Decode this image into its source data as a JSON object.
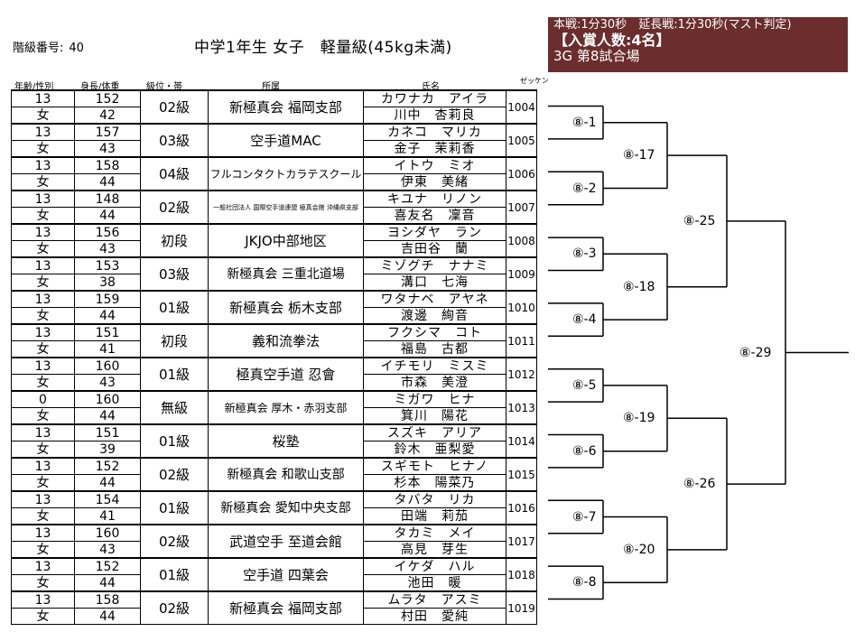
{
  "header": {
    "class_no_label": "階級番号:",
    "class_no": "40",
    "title": "中学1年生 女子　軽量級(45kg未満)",
    "rules": "本戦:1分30秒　延長戦:1分30秒(マスト判定)",
    "award": "【入賞人数:4名】",
    "court": "3G 第8試合場"
  },
  "columns": {
    "age_sex": "年齢/性別",
    "height_weight": "身長/体重",
    "rank": "級位・帯",
    "club": "所属",
    "name": "氏名",
    "zekken": "ゼッケン"
  },
  "entries": [
    {
      "age": "13",
      "sex": "女",
      "height": "152",
      "weight": "42",
      "rank": "02級",
      "club": "新極真会 福岡支部",
      "kana": "カワナカ　アイラ",
      "kanji": "川中　杏莉良",
      "zekken": "1004"
    },
    {
      "age": "13",
      "sex": "女",
      "height": "157",
      "weight": "43",
      "rank": "03級",
      "club": "空手道MAC",
      "kana": "カネコ　マリカ",
      "kanji": "金子　茉莉香",
      "zekken": "1005"
    },
    {
      "age": "13",
      "sex": "女",
      "height": "158",
      "weight": "44",
      "rank": "04級",
      "club": "フルコンタクトカラテスクール",
      "kana": "イトウ　ミオ",
      "kanji": "伊東　美緒",
      "zekken": "1006"
    },
    {
      "age": "13",
      "sex": "女",
      "height": "148",
      "weight": "44",
      "rank": "02級",
      "club": "一般社団法人 国際空手道連盟 極真会館 沖縄県支部",
      "kana": "キユナ　リノン",
      "kanji": "喜友名　凜音",
      "zekken": "1007"
    },
    {
      "age": "13",
      "sex": "女",
      "height": "156",
      "weight": "43",
      "rank": "初段",
      "club": "JKJO中部地区",
      "kana": "ヨシダヤ　ラン",
      "kanji": "吉田谷　蘭",
      "zekken": "1008"
    },
    {
      "age": "13",
      "sex": "女",
      "height": "153",
      "weight": "38",
      "rank": "03級",
      "club": "新極真会 三重北道場",
      "kana": "ミゾグチ　ナナミ",
      "kanji": "溝口　七海",
      "zekken": "1009"
    },
    {
      "age": "13",
      "sex": "女",
      "height": "159",
      "weight": "44",
      "rank": "01級",
      "club": "新極真会 栃木支部",
      "kana": "ワタナベ　アヤネ",
      "kanji": "渡邊　絢音",
      "zekken": "1010"
    },
    {
      "age": "13",
      "sex": "女",
      "height": "151",
      "weight": "41",
      "rank": "初段",
      "club": "義和流拳法",
      "kana": "フクシマ　コト",
      "kanji": "福島　古都",
      "zekken": "1011"
    },
    {
      "age": "13",
      "sex": "女",
      "height": "160",
      "weight": "43",
      "rank": "01級",
      "club": "極真空手道 忍會",
      "kana": "イチモリ　ミスミ",
      "kanji": "市森　美澄",
      "zekken": "1012"
    },
    {
      "age": "0",
      "sex": "女",
      "height": "160",
      "weight": "44",
      "rank": "無級",
      "club": "新極真会 厚木・赤羽支部",
      "kana": "ミガワ　ヒナ",
      "kanji": "箕川　陽花",
      "zekken": "1013"
    },
    {
      "age": "13",
      "sex": "女",
      "height": "151",
      "weight": "39",
      "rank": "01級",
      "club": "桜塾",
      "kana": "スズキ　アリア",
      "kanji": "鈴木　亜梨愛",
      "zekken": "1014"
    },
    {
      "age": "13",
      "sex": "女",
      "height": "152",
      "weight": "44",
      "rank": "02級",
      "club": "新極真会 和歌山支部",
      "kana": "スギモト　ヒナノ",
      "kanji": "杉本　陽菜乃",
      "zekken": "1015"
    },
    {
      "age": "13",
      "sex": "女",
      "height": "154",
      "weight": "41",
      "rank": "01級",
      "club": "新極真会 愛知中央支部",
      "kana": "タバタ　リカ",
      "kanji": "田端　莉茄",
      "zekken": "1016"
    },
    {
      "age": "13",
      "sex": "女",
      "height": "160",
      "weight": "43",
      "rank": "02級",
      "club": "武道空手 至道会館",
      "kana": "タカミ　メイ",
      "kanji": "高見　芽生",
      "zekken": "1017"
    },
    {
      "age": "13",
      "sex": "女",
      "height": "152",
      "weight": "44",
      "rank": "01級",
      "club": "空手道 四葉会",
      "kana": "イケダ　ハル",
      "kanji": "池田　暖",
      "zekken": "1018"
    },
    {
      "age": "13",
      "sex": "女",
      "height": "158",
      "weight": "44",
      "rank": "02級",
      "club": "新極真会 福岡支部",
      "kana": "ムラタ　アスミ",
      "kanji": "村田　愛純",
      "zekken": "1019"
    }
  ],
  "bracket": {
    "round1": [
      "⑧-1",
      "⑧-2",
      "⑧-3",
      "⑧-4",
      "⑧-5",
      "⑧-6",
      "⑧-7",
      "⑧-8"
    ],
    "round2": [
      "⑧-17",
      "⑧-18",
      "⑧-19",
      "⑧-20"
    ],
    "semifinal": [
      "⑧-25",
      "⑧-26"
    ],
    "final": "⑧-29"
  },
  "colors": {
    "header_box": "#6b2d2d",
    "header_text": "#ffffff"
  }
}
